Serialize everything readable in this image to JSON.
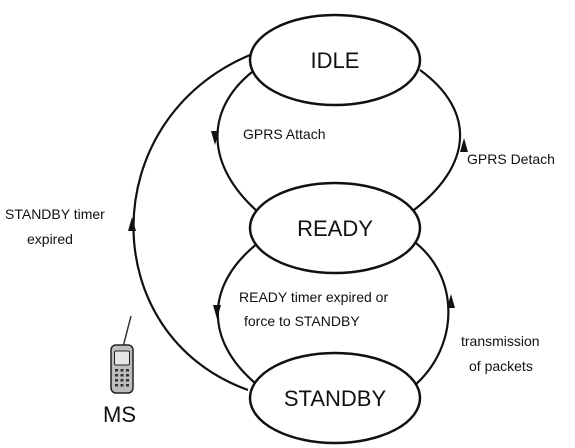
{
  "diagram": {
    "states": {
      "idle": "IDLE",
      "ready": "READY",
      "standby": "STANDBY"
    },
    "transitions": {
      "gprs_attach": "GPRS Attach",
      "gprs_detach": "GPRS Detach",
      "standby_timer_line1": "STANDBY timer",
      "standby_timer_line2": "expired",
      "ready_timer_line1": "READY timer expired or",
      "ready_timer_line2": "force to STANDBY",
      "transmission_line1": "transmission",
      "transmission_line2": "of packets"
    },
    "device": {
      "label": "MS",
      "icon": "mobile-phone-icon"
    }
  }
}
